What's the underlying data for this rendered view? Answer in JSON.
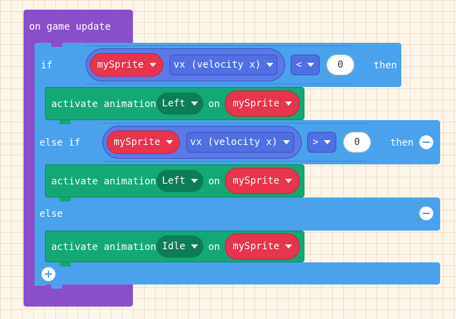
{
  "event": {
    "label": "on game update"
  },
  "if_block": {
    "if_label": "if",
    "sprite": "mySprite",
    "property": "vx (velocity x)",
    "operator": "<",
    "value": "0",
    "then_label": "then",
    "action": {
      "label": "activate animation",
      "animation": "Left",
      "on_label": "on",
      "sprite": "mySprite"
    }
  },
  "else_if_block": {
    "label": "else if",
    "sprite": "mySprite",
    "property": "vx (velocity x)",
    "operator": ">",
    "value": "0",
    "then_label": "then",
    "action": {
      "label": "activate animation",
      "animation": "Left",
      "on_label": "on",
      "sprite": "mySprite"
    }
  },
  "else_block": {
    "label": "else",
    "action": {
      "label": "activate animation",
      "animation": "Idle",
      "on_label": "on",
      "sprite": "mySprite"
    }
  },
  "colors": {
    "event": "#8a4ecb",
    "logic": "#4aa2ec",
    "animation": "#14a874",
    "sprite": "#e8344c",
    "property": "#4f6fe3"
  }
}
